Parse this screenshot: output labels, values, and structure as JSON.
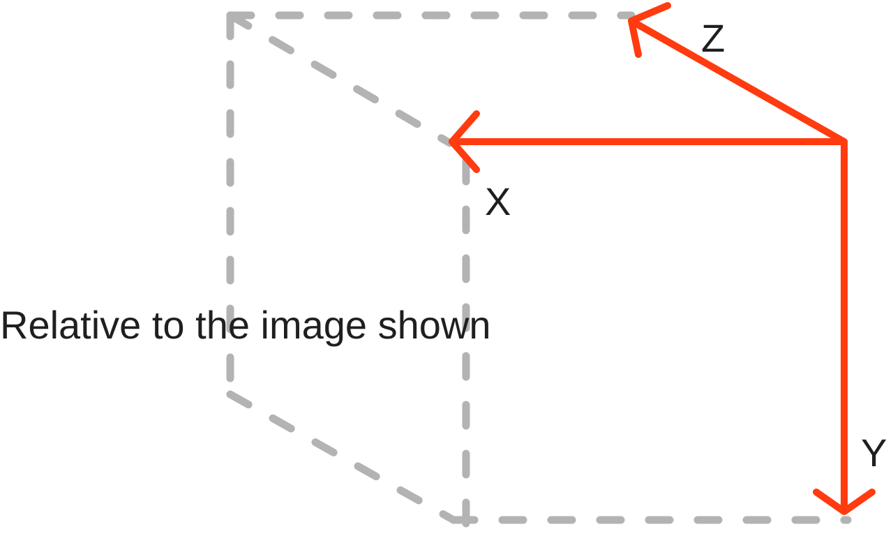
{
  "colors": {
    "axis": "#ff3b0f",
    "cube_outline": "#b3b3b3",
    "text": "#1f1f1f"
  },
  "axes": {
    "x_label": "X",
    "y_label": "Y",
    "z_label": "Z"
  },
  "caption": "Relative to the image shown"
}
